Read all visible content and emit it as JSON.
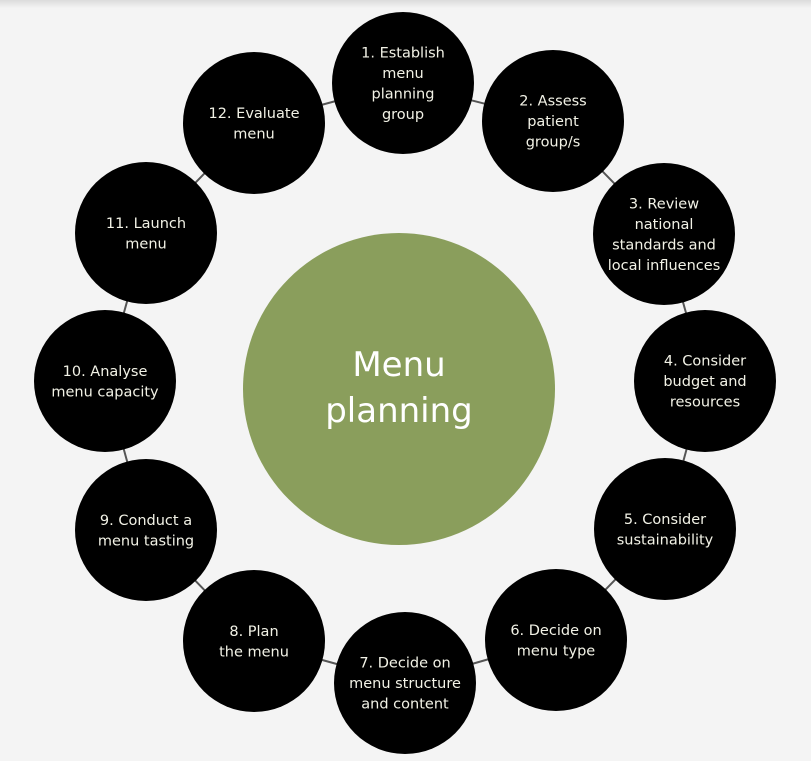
{
  "center": {
    "lines": [
      "Menu",
      "planning"
    ],
    "color": "#8a9e5c"
  },
  "step_color": "#000000",
  "steps": [
    {
      "lines": [
        "1. Establish",
        "menu",
        "planning",
        "group"
      ]
    },
    {
      "lines": [
        "2. Assess",
        "patient",
        "group/s"
      ]
    },
    {
      "lines": [
        "3. Review",
        "national",
        "standards and",
        "local influences"
      ]
    },
    {
      "lines": [
        "4. Consider",
        "budget and",
        "resources"
      ]
    },
    {
      "lines": [
        "5. Consider",
        "sustainability"
      ]
    },
    {
      "lines": [
        "6. Decide on",
        "menu type"
      ]
    },
    {
      "lines": [
        "7. Decide on",
        "menu structure",
        "and content"
      ]
    },
    {
      "lines": [
        "8. Plan",
        "the menu"
      ]
    },
    {
      "lines": [
        "9. Conduct a",
        "menu tasting"
      ]
    },
    {
      "lines": [
        "10. Analyse",
        "menu capacity"
      ]
    },
    {
      "lines": [
        "11. Launch",
        "menu"
      ]
    },
    {
      "lines": [
        "12. Evaluate",
        "menu"
      ]
    }
  ]
}
